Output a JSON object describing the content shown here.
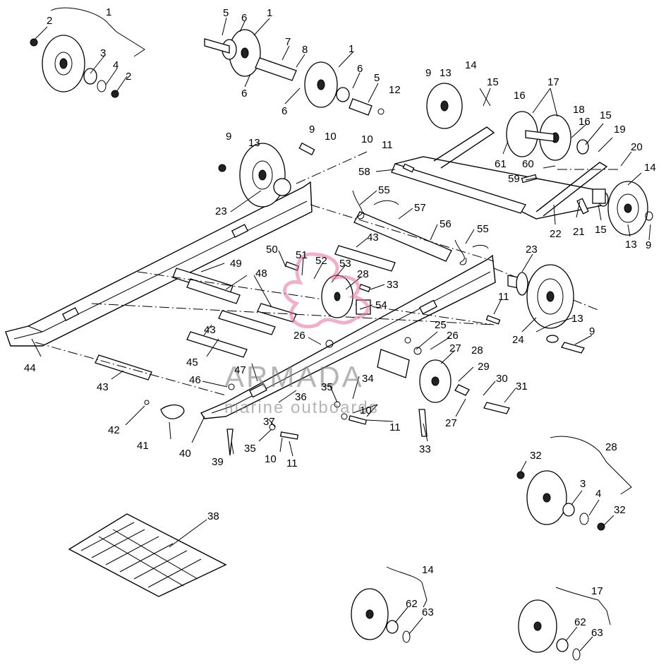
{
  "watermark": {
    "brand": "ARMADA",
    "tagline": "marine outboards",
    "brand_color": "#e070a0"
  },
  "callouts": [
    "1",
    "2",
    "3",
    "4",
    "5",
    "6",
    "7",
    "8",
    "9",
    "10",
    "11",
    "12",
    "13",
    "14",
    "15",
    "16",
    "17",
    "18",
    "19",
    "20",
    "21",
    "22",
    "23",
    "24",
    "25",
    "26",
    "27",
    "28",
    "29",
    "30",
    "31",
    "32",
    "33",
    "34",
    "35",
    "36",
    "37",
    "38",
    "39",
    "40",
    "41",
    "42",
    "43",
    "44",
    "45",
    "46",
    "47",
    "48",
    "49",
    "50",
    "51",
    "52",
    "53",
    "54",
    "55",
    "56",
    "57",
    "58",
    "59",
    "60",
    "61",
    "62",
    "63"
  ]
}
